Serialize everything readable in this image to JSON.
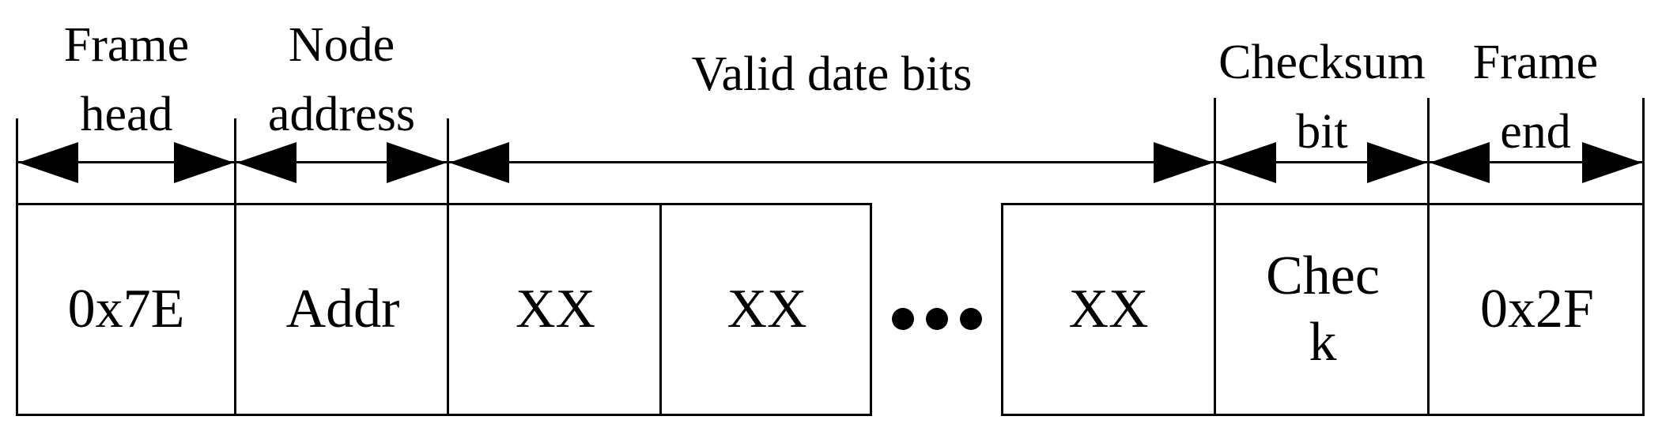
{
  "diagram": {
    "type": "protocol-frame-structure",
    "top_labels": {
      "frame_head": "Frame\nhead",
      "node_address": "Node\naddress",
      "valid_date_bits": "Valid date bits",
      "checksum_bit": "Checksum\nbit",
      "frame_end": "Frame\nend"
    },
    "cells": {
      "frame_head_value": "0x7E",
      "node_address_value": "Addr",
      "data_byte_1": "XX",
      "data_byte_2": "XX",
      "data_byte_n": "XX",
      "checksum_value": "Chec\nk",
      "frame_end_value": "0x2F"
    },
    "ellipsis": "•••",
    "colors": {
      "ink": "#000000",
      "background": "#ffffff"
    }
  }
}
